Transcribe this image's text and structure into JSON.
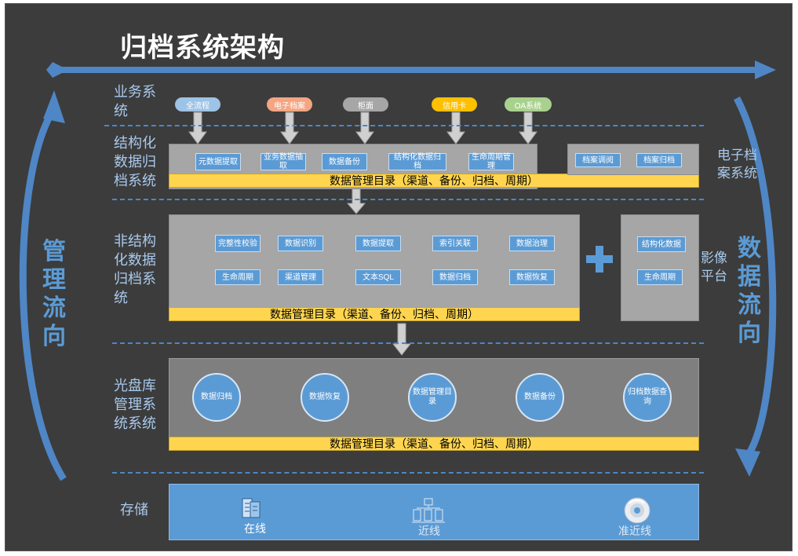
{
  "title": "归档系统架构",
  "left_vertical": "管理流向",
  "right_vertical": "数据流向",
  "layers": {
    "business": {
      "label": "业务系统",
      "sources": [
        "全流程",
        "电子档案",
        "柜面",
        "信用卡",
        "OA系统"
      ]
    },
    "structured": {
      "label": "结构化数据归档系统",
      "modules": [
        "元数据提取",
        "业务数据抽取",
        "数据备份",
        "结构化数据归档",
        "生命周期管理"
      ],
      "catalog": "数据管理目录（渠道、备份、归档、周期）"
    },
    "electronic": {
      "label": "电子档案系统",
      "modules": [
        "档案调阅",
        "档案归档"
      ]
    },
    "unstructured": {
      "label": "非结构化数据归档系统",
      "row1": [
        "完整性校验",
        "数据识别",
        "数据提取",
        "索引关联",
        "数据治理"
      ],
      "row2": [
        "生命周期",
        "渠道管理",
        "文本SQL",
        "数据归档",
        "数据恢复"
      ],
      "catalog": "数据管理目录（渠道、备份、归档、周期）"
    },
    "imaging": {
      "label": "影像平台",
      "modules": [
        "结构化数据",
        "生命周期"
      ]
    },
    "optical": {
      "label": "光盘库管理系统系统",
      "circles": [
        "数据归档",
        "数据恢复",
        "数据管理目录",
        "数据备份",
        "归档数据查询"
      ],
      "catalog": "数据管理目录（渠道、备份、归档、周期）"
    },
    "storage": {
      "label": "存储",
      "tiers": [
        "在线",
        "近线",
        "准近线"
      ]
    }
  },
  "colors": {
    "background": "#3c3c3c",
    "accent_blue": "#5b9bd5",
    "catalog_yellow": "#ffd54f",
    "pill_blue": "#9dc3e6",
    "pill_orange": "#f4a582",
    "pill_grey": "#a6a6a6",
    "pill_yellow": "#ffc000",
    "pill_green": "#a9d18e"
  },
  "icons": [
    "plus-icon",
    "server-building-icon",
    "network-servers-icon",
    "disc-icon"
  ]
}
